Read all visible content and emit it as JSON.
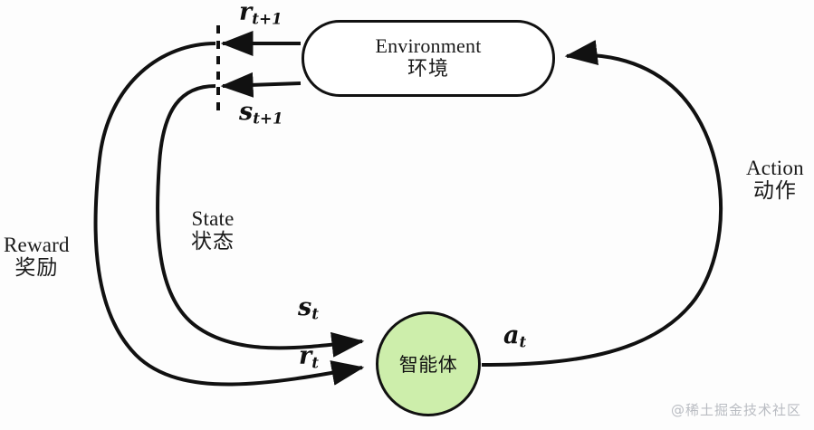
{
  "diagram": {
    "type": "reinforcement-learning-loop",
    "background_color": "#fdfdfd",
    "stroke_color": "#111111",
    "agent_fill_color": "#cdeeab",
    "nodes": [
      {
        "id": "environment",
        "shape": "stadium",
        "label_en": "Environment",
        "label_cn": "环境"
      },
      {
        "id": "agent",
        "shape": "circle",
        "label_cn": "智能体"
      }
    ],
    "side_labels": {
      "reward": {
        "en": "Reward",
        "cn": "奖励"
      },
      "action": {
        "en": "Action",
        "cn": "动作"
      },
      "state": {
        "en": "State",
        "cn": "状态"
      }
    },
    "edge_labels": {
      "reward_next": {
        "base": "r",
        "sub": "t+1"
      },
      "state_next": {
        "base": "s",
        "sub": "t+1"
      },
      "state_now": {
        "base": "s",
        "sub": "t"
      },
      "reward_now": {
        "base": "r",
        "sub": "t"
      },
      "action_now": {
        "base": "a",
        "sub": "t"
      }
    },
    "divider": {
      "style": "dashed",
      "orientation": "vertical"
    },
    "watermark": "@稀土掘金技术社区"
  }
}
